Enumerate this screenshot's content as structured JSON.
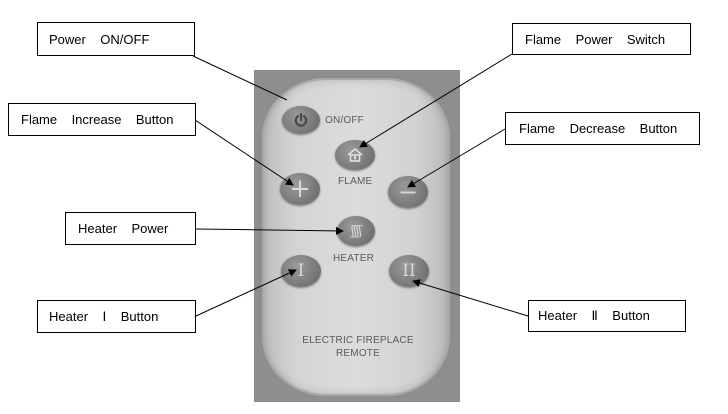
{
  "callouts": {
    "power_onoff": "Power    ON/OFF",
    "flame_power_switch": "Flame    Power    Switch",
    "flame_increase_button": "Flame    Increase    Button",
    "flame_decrease_button": "Flame    Decrease    Button",
    "heater_power": "Heater    Power",
    "heater_1_button": "Heater    Ⅰ    Button",
    "heater_2_button": "Heater    Ⅱ    Button"
  },
  "remote": {
    "onoff_label": "ON/OFF",
    "flame_label": "FLAME",
    "heater_label": "HEATER",
    "plus_symbol": "+",
    "minus_symbol": "−",
    "heater_1_symbol": "I",
    "heater_2_symbol": "II",
    "heat_symbol": "ʃʃʃʃ",
    "brand_line_1": "ELECTRIC FIREPLACE",
    "brand_line_2": "REMOTE"
  },
  "colors": {
    "remote_button": "#7c7c7c",
    "remote_body": "#d6d6d6",
    "leader_line": "#000000"
  }
}
